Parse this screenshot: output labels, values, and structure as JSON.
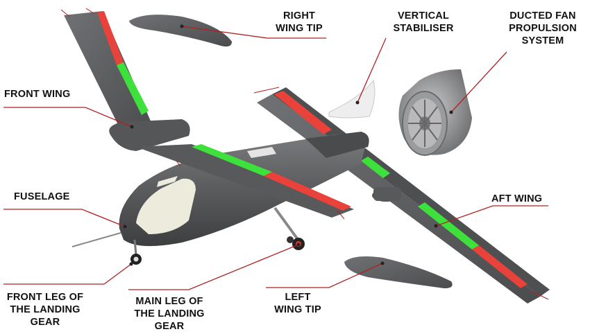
{
  "labels": {
    "right_wing_tip": "RIGHT\nWING TIP",
    "vertical_stabiliser": "VERTICAL\nSTABILISER",
    "ducted_fan": "DUCTED FAN\nPROPULSION\nSYSTEM",
    "front_wing": "FRONT WING",
    "fuselage": "FUSELAGE",
    "aft_wing": "AFT WING",
    "front_leg": "FRONT LEG OF\nTHE LANDING\nGEAR",
    "main_leg": "MAIN LEG OF\nTHE LANDING\nGEAR",
    "left_wing_tip": "LEFT\nWING TIP"
  },
  "colors": {
    "body_gray": "#5a5b5d",
    "surface_red": "#e8423a",
    "surface_green": "#3ee03c",
    "leader_line": "#b02020",
    "canopy": "#ecebdc",
    "stabiliser": "#eeeeee"
  }
}
